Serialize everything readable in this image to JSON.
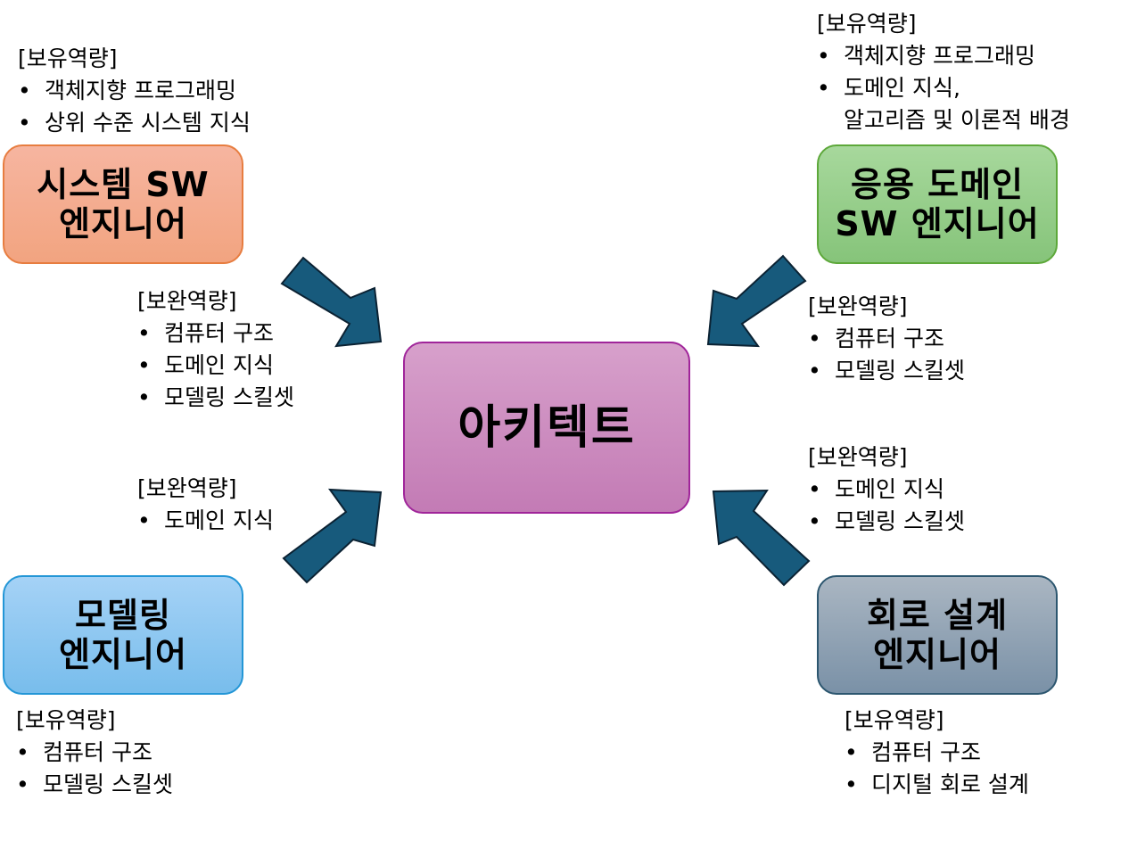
{
  "colors": {
    "arrow_fill": "#175a7c",
    "arrow_stroke": "#0b2233",
    "system_sw": "#f2a480",
    "app_domain_sw": "#86c47a",
    "modeling": "#78bdec",
    "circuit": "#7a91a7",
    "architect": "#c37bb5"
  },
  "boxes": {
    "architect": {
      "line1": "아키텍트"
    },
    "system_sw": {
      "line1": "시스템 SW",
      "line2": "엔지니어"
    },
    "app_domain_sw": {
      "line1": "응용 도메인",
      "line2": "SW 엔지니어"
    },
    "modeling": {
      "line1": "모델링",
      "line2": "엔지니어"
    },
    "circuit": {
      "line1": "회로 설계",
      "line2": "엔지니어"
    }
  },
  "system_sw_owned": {
    "header": "[보유역량]",
    "items": [
      "객체지향 프로그래밍",
      "상위 수준 시스템 지식"
    ]
  },
  "system_sw_complement": {
    "header": "[보완역량]",
    "items": [
      "컴퓨터 구조",
      "도메인 지식",
      "모델링 스킬셋"
    ]
  },
  "app_domain_owned": {
    "header": "[보유역량]",
    "items": [
      "객체지향 프로그래밍",
      "도메인 지식,",
      "알고리즘 및 이론적 배경"
    ]
  },
  "app_domain_complement": {
    "header": "[보완역량]",
    "items": [
      "컴퓨터 구조",
      "모델링 스킬셋"
    ]
  },
  "modeling_complement": {
    "header": "[보완역량]",
    "items": [
      "도메인 지식"
    ]
  },
  "modeling_owned": {
    "header": "[보유역량]",
    "items": [
      "컴퓨터 구조",
      "모델링 스킬셋"
    ]
  },
  "circuit_complement": {
    "header": "[보완역량]",
    "items": [
      "도메인 지식",
      "모델링 스킬셋"
    ]
  },
  "circuit_owned": {
    "header": "[보유역량]",
    "items": [
      "컴퓨터 구조",
      "디지털 회로 설계"
    ]
  }
}
